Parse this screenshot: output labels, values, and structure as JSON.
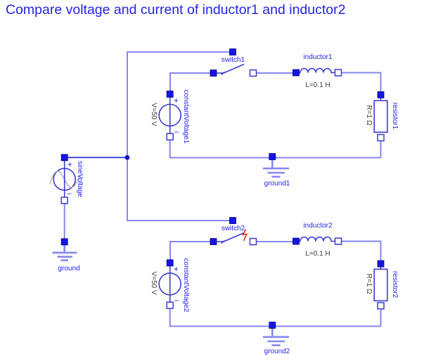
{
  "title": "Compare voltage and current of inductor1 and inductor2",
  "colors": {
    "wire": "#8787f1",
    "component_stroke": "#3c3cd2",
    "pin_fill": "#1616e4",
    "label_text": "#2323f5",
    "param_text": "#3d3d3d",
    "title_text": "#2525e8",
    "arc_flash": "#f01800",
    "sine_curve": "#aaaaaa",
    "background": "#ffffff"
  },
  "source_section": {
    "sine_voltage": {
      "name": "sineVoltage",
      "plus": "+",
      "minus": "−"
    },
    "ground": {
      "name": "ground"
    }
  },
  "circuit1": {
    "switch": {
      "name": "switch1"
    },
    "constant_voltage": {
      "name": "constantVoltage1",
      "param": "V=50 V",
      "plus": "+",
      "minus": "−"
    },
    "inductor": {
      "name": "inductor1",
      "param": "L=0.1 H"
    },
    "resistor": {
      "name": "resistor1",
      "param": "R=1 Ω"
    },
    "ground": {
      "name": "ground1"
    }
  },
  "circuit2": {
    "switch": {
      "name": "switch2"
    },
    "constant_voltage": {
      "name": "constantVoltage2",
      "param": "V=50 V",
      "plus": "+",
      "minus": "−"
    },
    "inductor": {
      "name": "inductor2",
      "param": "L=0.1 H"
    },
    "resistor": {
      "name": "resistor2",
      "param": "R=1 Ω"
    },
    "ground": {
      "name": "ground2"
    }
  }
}
